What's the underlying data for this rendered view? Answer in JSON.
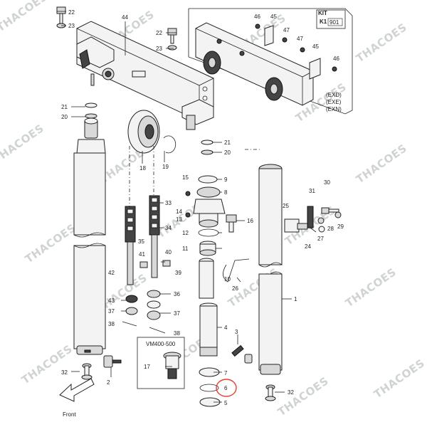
{
  "kit": {
    "title": "KIT",
    "code": "K1",
    "box_value": "901"
  },
  "variants": [
    "(EXD)",
    "(EXE)",
    "(EXN)"
  ],
  "vm_box_label": "VM400-500",
  "direction_label": "Front",
  "watermark": "THACOES",
  "highlight_color": "#e8402a",
  "callouts": {
    "c22": "22",
    "c23a": "23",
    "c44": "44",
    "c22b": "22",
    "c23b": "23",
    "c46a": "46",
    "c45a": "45",
    "c47": "47",
    "c45b": "45",
    "c46b": "46",
    "c21a": "21",
    "c20a": "20",
    "c18": "18",
    "c19": "19",
    "c21b": "21",
    "c20b": "20",
    "c9": "9",
    "c15": "15",
    "c8": "8",
    "c33": "33",
    "c14": "14",
    "c13": "13",
    "c16": "16",
    "c34": "34",
    "c35": "35",
    "c12": "12",
    "c11": "11",
    "c41": "41",
    "c40": "40",
    "c42": "42",
    "c39": "39",
    "c36": "36",
    "c43": "43",
    "c37a": "37",
    "c37b": "37",
    "c38a": "38",
    "c38b": "38",
    "c10": "10",
    "c26": "26",
    "c25": "25",
    "c31": "31",
    "c30": "30",
    "c28": "28",
    "c27": "27",
    "c29": "29",
    "c24": "24",
    "c1": "1",
    "c4": "4",
    "c3": "3",
    "c17": "17",
    "c2": "2",
    "c32a": "32",
    "c7": "7",
    "c6": "6",
    "c5": "5",
    "c32b": "32"
  }
}
